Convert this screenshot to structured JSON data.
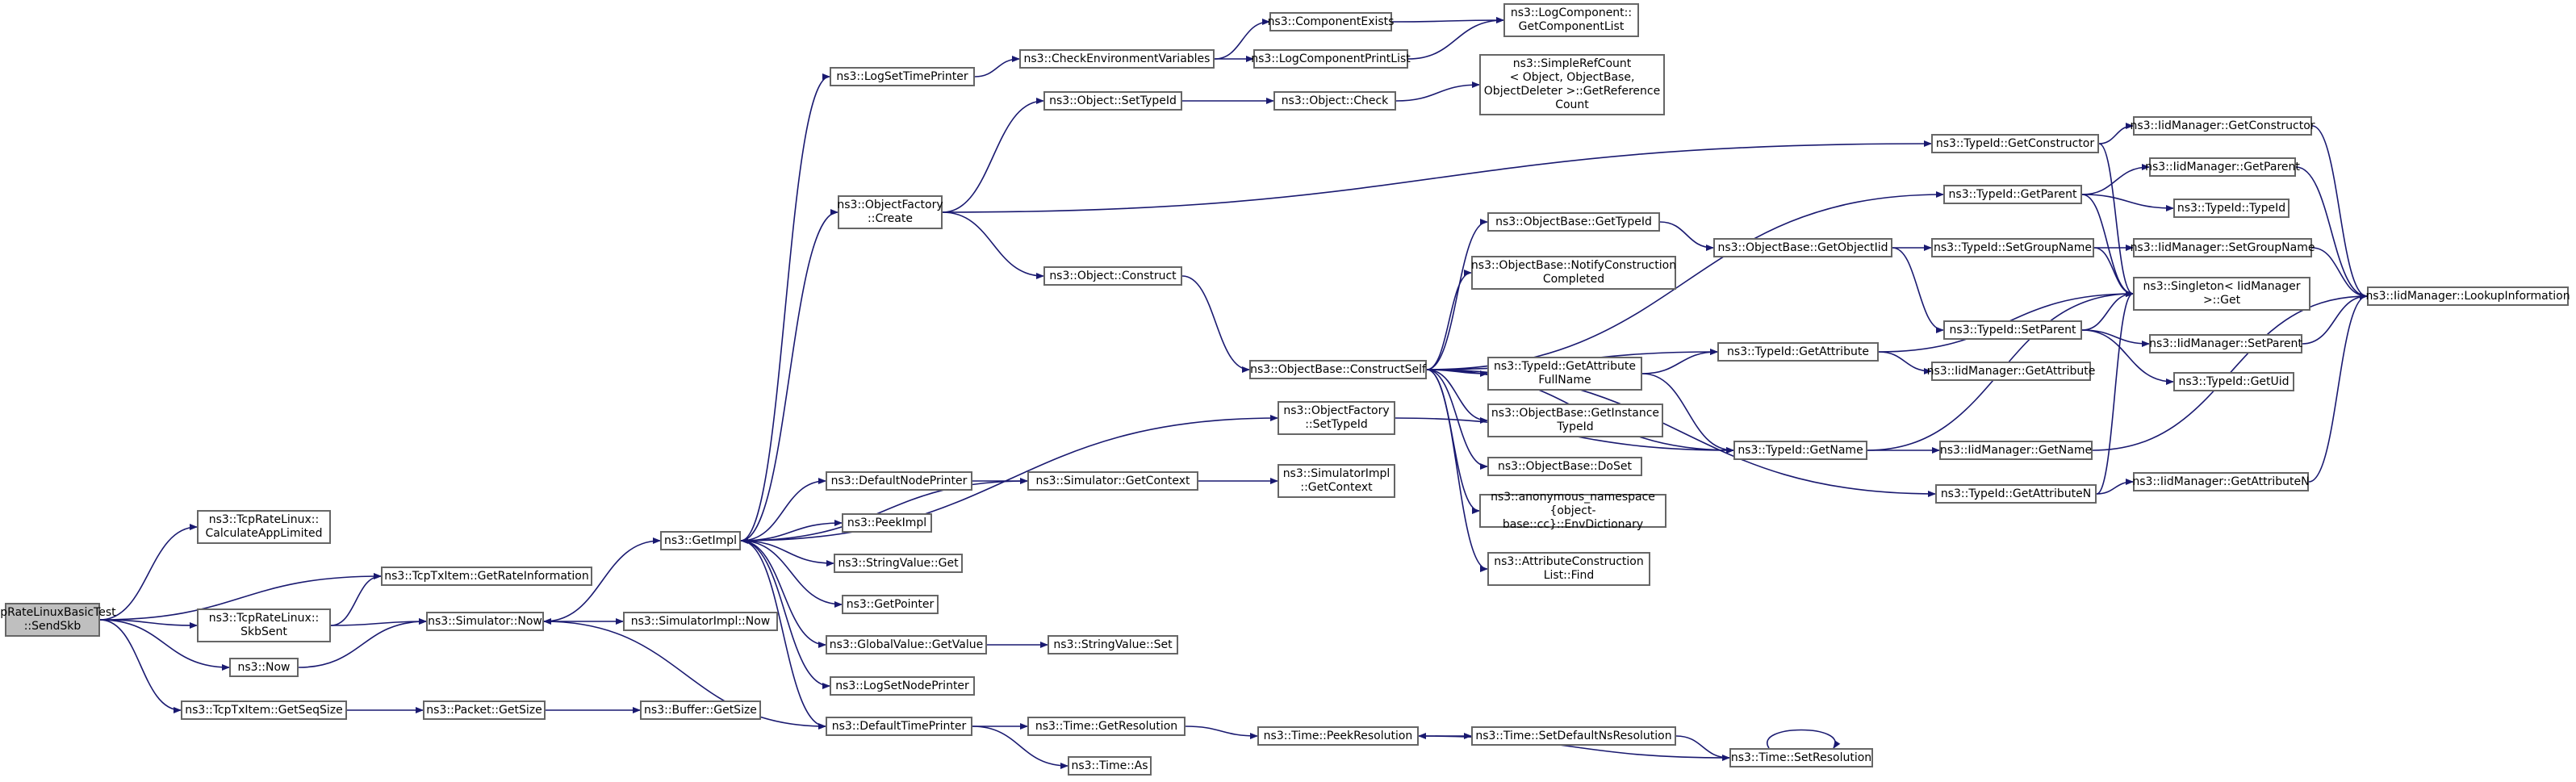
{
  "diagram": {
    "edge_color": "#191970",
    "root_fill": "#bfbfbf",
    "nodes": [
      {
        "id": "root",
        "label": "TcpRateLinuxBasicTest\n::SendSkb"
      },
      {
        "id": "n_calcapp",
        "label": "ns3::TcpRateLinux::\nCalculateAppLimited"
      },
      {
        "id": "n_getrate",
        "label": "ns3::TcpTxItem::GetRateInformation"
      },
      {
        "id": "n_skbsent",
        "label": "ns3::TcpRateLinux::\nSkbSent"
      },
      {
        "id": "n_now",
        "label": "ns3::Now"
      },
      {
        "id": "n_getseqsize",
        "label": "ns3::TcpTxItem::GetSeqSize"
      },
      {
        "id": "n_simnow",
        "label": "ns3::Simulator::Now"
      },
      {
        "id": "n_pktgetsize",
        "label": "ns3::Packet::GetSize"
      },
      {
        "id": "n_bufgetsize",
        "label": "ns3::Buffer::GetSize"
      },
      {
        "id": "n_simimplnow",
        "label": "ns3::SimulatorImpl::Now"
      },
      {
        "id": "n_getimpl",
        "label": "ns3::GetImpl"
      },
      {
        "id": "n_logsettime",
        "label": "ns3::LogSetTimePrinter"
      },
      {
        "id": "n_objfactcreate",
        "label": "ns3::ObjectFactory\n::Create"
      },
      {
        "id": "n_defnodeprinter",
        "label": "ns3::DefaultNodePrinter"
      },
      {
        "id": "n_peekimpl",
        "label": "ns3::PeekImpl"
      },
      {
        "id": "n_strvalget",
        "label": "ns3::StringValue::Get"
      },
      {
        "id": "n_getpointer",
        "label": "ns3::GetPointer"
      },
      {
        "id": "n_gvgetvalue",
        "label": "ns3::GlobalValue::GetValue"
      },
      {
        "id": "n_logsetnode",
        "label": "ns3::LogSetNodePrinter"
      },
      {
        "id": "n_deftimeprinter",
        "label": "ns3::DefaultTimePrinter"
      },
      {
        "id": "n_checkenv",
        "label": "ns3::CheckEnvironmentVariables"
      },
      {
        "id": "n_objsettypeid",
        "label": "ns3::Object::SetTypeId"
      },
      {
        "id": "n_objconstruct",
        "label": "ns3::Object::Construct"
      },
      {
        "id": "n_simgetctx",
        "label": "ns3::Simulator::GetContext"
      },
      {
        "id": "n_strvalset",
        "label": "ns3::StringValue::Set"
      },
      {
        "id": "n_timegetres",
        "label": "ns3::Time::GetResolution"
      },
      {
        "id": "n_timeas",
        "label": "ns3::Time::As"
      },
      {
        "id": "n_compexists",
        "label": "ns3::ComponentExists"
      },
      {
        "id": "n_logcompprint",
        "label": "ns3::LogComponentPrintList"
      },
      {
        "id": "n_logcompgetlist",
        "label": "ns3::LogComponent::\nGetComponentList"
      },
      {
        "id": "n_objcheck",
        "label": "ns3::Object::Check"
      },
      {
        "id": "n_simplerefcount",
        "label": "ns3::SimpleRefCount\n< Object, ObjectBase,\n ObjectDeleter >::GetReference\nCount"
      },
      {
        "id": "n_obconstructself",
        "label": "ns3::ObjectBase::ConstructSelf"
      },
      {
        "id": "n_objfactsettypeid",
        "label": "ns3::ObjectFactory\n::SetTypeId"
      },
      {
        "id": "n_simimplgetctx",
        "label": "ns3::SimulatorImpl\n::GetContext"
      },
      {
        "id": "n_timepeekres",
        "label": "ns3::Time::PeekResolution"
      },
      {
        "id": "n_obgettypeid",
        "label": "ns3::ObjectBase::GetTypeId"
      },
      {
        "id": "n_obnotify",
        "label": "ns3::ObjectBase::NotifyConstruction\nCompleted"
      },
      {
        "id": "n_tidgetattrfull",
        "label": "ns3::TypeId::GetAttribute\nFullName"
      },
      {
        "id": "n_obgetinsttid",
        "label": "ns3::ObjectBase::GetInstance\nTypeId"
      },
      {
        "id": "n_obdoset",
        "label": "ns3::ObjectBase::DoSet"
      },
      {
        "id": "n_anonenvdict",
        "label": "ns3::anonymous_namespace\n{object-base::cc}::EnvDictionary"
      },
      {
        "id": "n_attrconstrfind",
        "label": "ns3::AttributeConstruction\nList::Find"
      },
      {
        "id": "n_timesetdefns",
        "label": "ns3::Time::SetDefaultNsResolution"
      },
      {
        "id": "n_obgetobjtid",
        "label": "ns3::ObjectBase::GetObjectIid"
      },
      {
        "id": "n_tidgetattr",
        "label": "ns3::TypeId::GetAttribute"
      },
      {
        "id": "n_tidgetname",
        "label": "ns3::TypeId::GetName"
      },
      {
        "id": "n_tidgetattrn",
        "label": "ns3::TypeId::GetAttributeN"
      },
      {
        "id": "n_timesetres",
        "label": "ns3::Time::SetResolution"
      },
      {
        "id": "n_tidgetctor",
        "label": "ns3::TypeId::GetConstructor"
      },
      {
        "id": "n_tidgetparent",
        "label": "ns3::TypeId::GetParent"
      },
      {
        "id": "n_tidsetgroup",
        "label": "ns3::TypeId::SetGroupName"
      },
      {
        "id": "n_tidsetparent",
        "label": "ns3::TypeId::SetParent"
      },
      {
        "id": "n_iidgetattr",
        "label": "ns3::IidManager::GetAttribute"
      },
      {
        "id": "n_iidgetname",
        "label": "ns3::IidManager::GetName"
      },
      {
        "id": "n_iidgetattrn",
        "label": "ns3::IidManager::GetAttributeN"
      },
      {
        "id": "n_iidgetctor",
        "label": "ns3::IidManager::GetConstructor"
      },
      {
        "id": "n_iidgetparent",
        "label": "ns3::IidManager::GetParent"
      },
      {
        "id": "n_tidtypeid",
        "label": "ns3::TypeId::TypeId"
      },
      {
        "id": "n_iidsetgroup",
        "label": "ns3::IidManager::SetGroupName"
      },
      {
        "id": "n_singleton",
        "label": "ns3::Singleton< IidManager\n >::Get"
      },
      {
        "id": "n_iidsetparent",
        "label": "ns3::IidManager::SetParent"
      },
      {
        "id": "n_tidgetuid",
        "label": "ns3::TypeId::GetUid"
      },
      {
        "id": "n_iidlookup",
        "label": "ns3::IidManager::LookupInformation"
      }
    ],
    "edges": [
      [
        "root",
        "n_calcapp"
      ],
      [
        "root",
        "n_getrate"
      ],
      [
        "root",
        "n_skbsent"
      ],
      [
        "root",
        "n_now"
      ],
      [
        "root",
        "n_getseqsize"
      ],
      [
        "n_skbsent",
        "n_getrate"
      ],
      [
        "n_skbsent",
        "n_simnow"
      ],
      [
        "n_now",
        "n_simnow"
      ],
      [
        "n_getseqsize",
        "n_pktgetsize"
      ],
      [
        "n_pktgetsize",
        "n_bufgetsize"
      ],
      [
        "n_simnow",
        "n_simimplnow"
      ],
      [
        "n_simnow",
        "n_getimpl"
      ],
      [
        "n_getimpl",
        "n_logsettime"
      ],
      [
        "n_getimpl",
        "n_objfactcreate"
      ],
      [
        "n_getimpl",
        "n_defnodeprinter"
      ],
      [
        "n_getimpl",
        "n_peekimpl"
      ],
      [
        "n_getimpl",
        "n_strvalget"
      ],
      [
        "n_getimpl",
        "n_getpointer"
      ],
      [
        "n_getimpl",
        "n_gvgetvalue"
      ],
      [
        "n_getimpl",
        "n_logsetnode"
      ],
      [
        "n_getimpl",
        "n_deftimeprinter"
      ],
      [
        "n_getimpl",
        "n_objfactsettypeid"
      ],
      [
        "n_logsettime",
        "n_checkenv"
      ],
      [
        "n_checkenv",
        "n_compexists"
      ],
      [
        "n_checkenv",
        "n_logcompprint"
      ],
      [
        "n_compexists",
        "n_logcompgetlist"
      ],
      [
        "n_logcompprint",
        "n_logcompgetlist"
      ],
      [
        "n_objfactcreate",
        "n_objsettypeid"
      ],
      [
        "n_objfactcreate",
        "n_objconstruct"
      ],
      [
        "n_objfactcreate",
        "n_tidgetctor"
      ],
      [
        "n_objsettypeid",
        "n_objcheck"
      ],
      [
        "n_objcheck",
        "n_simplerefcount"
      ],
      [
        "n_objconstruct",
        "n_obconstructself"
      ],
      [
        "n_defnodeprinter",
        "n_simgetctx"
      ],
      [
        "n_simgetctx",
        "n_getimpl"
      ],
      [
        "n_simgetctx",
        "n_simimplgetctx"
      ],
      [
        "n_gvgetvalue",
        "n_strvalset"
      ],
      [
        "n_deftimeprinter",
        "n_simnow"
      ],
      [
        "n_deftimeprinter",
        "n_timegetres"
      ],
      [
        "n_deftimeprinter",
        "n_timeas"
      ],
      [
        "n_timegetres",
        "n_timepeekres"
      ],
      [
        "n_timepeekres",
        "n_timesetdefns"
      ],
      [
        "n_timesetdefns",
        "n_timesetres"
      ],
      [
        "n_timesetres",
        "n_timepeekres"
      ],
      [
        "n_timesetres",
        "n_timesetres"
      ],
      [
        "n_objfactsettypeid",
        "n_tidgetname"
      ],
      [
        "n_obconstructself",
        "n_obgettypeid"
      ],
      [
        "n_obconstructself",
        "n_obnotify"
      ],
      [
        "n_obconstructself",
        "n_tidgetattrfull"
      ],
      [
        "n_obconstructself",
        "n_obgetinsttid"
      ],
      [
        "n_obconstructself",
        "n_obdoset"
      ],
      [
        "n_obconstructself",
        "n_anonenvdict"
      ],
      [
        "n_obconstructself",
        "n_attrconstrfind"
      ],
      [
        "n_obconstructself",
        "n_tidgetattr"
      ],
      [
        "n_obconstructself",
        "n_tidgetname"
      ],
      [
        "n_obconstructself",
        "n_tidgetparent"
      ],
      [
        "n_obconstructself",
        "n_tidgetattrn"
      ],
      [
        "n_obgettypeid",
        "n_obgetobjtid"
      ],
      [
        "n_obgetobjtid",
        "n_tidsetgroup"
      ],
      [
        "n_obgetobjtid",
        "n_tidsetparent"
      ],
      [
        "n_tidgetattrfull",
        "n_tidgetattr"
      ],
      [
        "n_tidgetattrfull",
        "n_tidgetname"
      ],
      [
        "n_tidgetattr",
        "n_iidgetattr"
      ],
      [
        "n_tidgetattr",
        "n_singleton"
      ],
      [
        "n_tidgetname",
        "n_iidgetname"
      ],
      [
        "n_tidgetname",
        "n_singleton"
      ],
      [
        "n_tidgetattrn",
        "n_iidgetattrn"
      ],
      [
        "n_tidgetattrn",
        "n_singleton"
      ],
      [
        "n_tidgetctor",
        "n_iidgetctor"
      ],
      [
        "n_tidgetctor",
        "n_singleton"
      ],
      [
        "n_tidgetparent",
        "n_iidgetparent"
      ],
      [
        "n_tidgetparent",
        "n_tidtypeid"
      ],
      [
        "n_tidgetparent",
        "n_singleton"
      ],
      [
        "n_tidsetgroup",
        "n_iidsetgroup"
      ],
      [
        "n_tidsetgroup",
        "n_singleton"
      ],
      [
        "n_tidsetparent",
        "n_singleton"
      ],
      [
        "n_tidsetparent",
        "n_iidsetparent"
      ],
      [
        "n_tidsetparent",
        "n_tidgetuid"
      ],
      [
        "n_iidgetattrn",
        "n_iidlookup"
      ],
      [
        "n_iidgetname",
        "n_iidlookup"
      ],
      [
        "n_iidgetctor",
        "n_iidlookup"
      ],
      [
        "n_iidgetparent",
        "n_iidlookup"
      ],
      [
        "n_iidsetgroup",
        "n_iidlookup"
      ],
      [
        "n_iidsetparent",
        "n_iidlookup"
      ]
    ]
  }
}
